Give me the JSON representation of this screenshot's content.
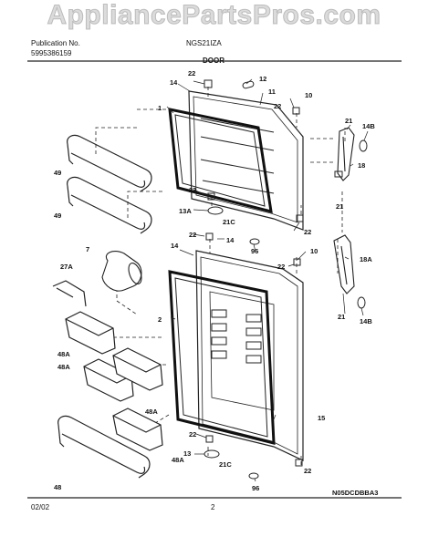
{
  "watermark": "AppliancePartsPros.com",
  "header": {
    "publication_label": "Publication No.",
    "publication_no": "5995386159",
    "model": "NGS21IZA",
    "section": "DOOR"
  },
  "footer": {
    "date": "02/02",
    "page": "2",
    "diagram_code": "N05DCDBBA3"
  },
  "callouts": {
    "l22a": "22",
    "l12": "12",
    "l14a": "14",
    "l11": "11",
    "l10a": "10",
    "l22b": "22",
    "l1": "1",
    "l21a": "21",
    "l14Ba": "14B",
    "l18": "18",
    "l49a": "49",
    "l49b": "49",
    "l22c": "22",
    "l13A": "13A",
    "l21C_a": "21C",
    "l22d": "22",
    "l21b": "21",
    "l22e": "22",
    "l14b": "14",
    "l7": "7",
    "l96a": "96",
    "l10b": "10",
    "l14c": "14",
    "l18A": "18A",
    "l27A": "27A",
    "l22f": "22",
    "l2": "2",
    "l21c": "21",
    "l14Bb": "14B",
    "l48Aa": "48A",
    "l48Ab": "48A",
    "l48Ac": "48A",
    "l48Ad": "48A",
    "l15": "15",
    "l22g": "22",
    "l13": "13",
    "l48": "48",
    "l21C_b": "21C",
    "l22h": "22",
    "l96b": "96"
  }
}
